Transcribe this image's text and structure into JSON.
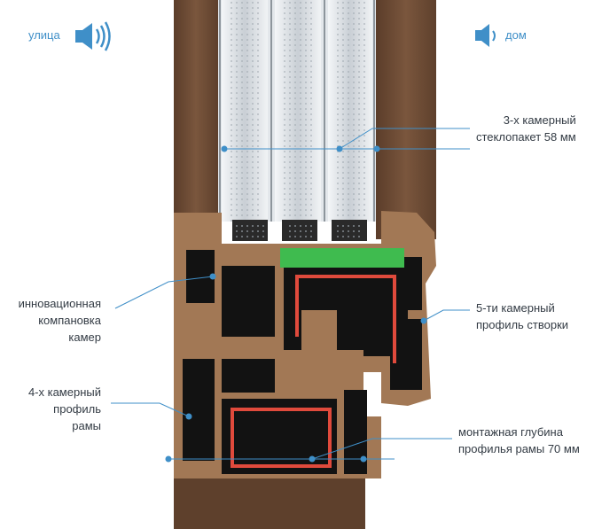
{
  "sides": {
    "outside": "улица",
    "inside": "дом"
  },
  "icons": {
    "outside": "speaker-loud-icon",
    "inside": "speaker-quiet-icon"
  },
  "colors": {
    "accent": "#3f8fc8",
    "wood": "#6b4a34",
    "profile_brown": "#a27855",
    "chamber_dark": "#121212",
    "seal_red": "#e04a3c",
    "seal_green": "#3fbb4f",
    "glass": "#d9dee3"
  },
  "annotations": {
    "glass_unit": [
      "3-х камерный",
      "стеклопакет 58 мм"
    ],
    "sash_profile": [
      "5-ти камерный",
      "профиль створки"
    ],
    "mount_depth": [
      "монтажная глубина",
      "профилья рамы 70 мм"
    ],
    "chamber_layout": [
      "инновационная",
      "компановка",
      "камер"
    ],
    "frame_profile": [
      "4-х камерный",
      "профиль",
      "рамы"
    ]
  }
}
